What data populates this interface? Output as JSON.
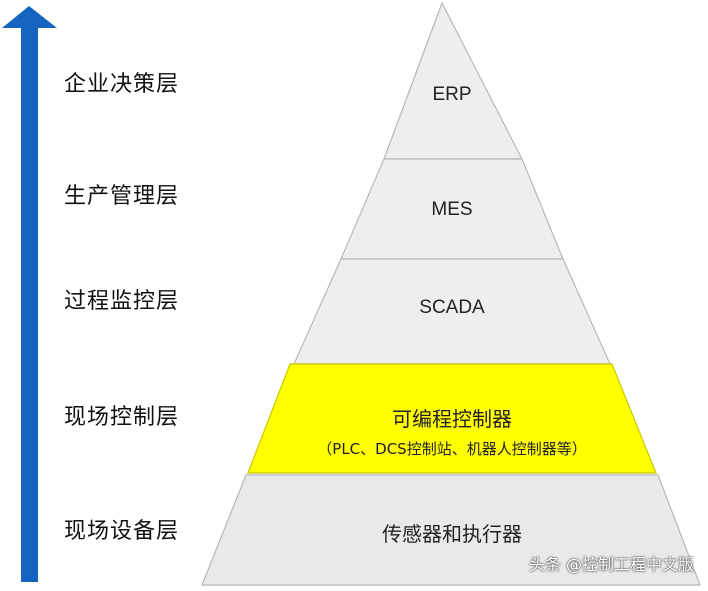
{
  "colors": {
    "arrow": "#1565c0",
    "tier_fill": "#eeeeee",
    "tier_fill_bottom": "#e9e9e9",
    "tier_stroke": "#b8b8b8",
    "highlight": "#ffff00"
  },
  "layers": [
    {
      "label": "企业决策层"
    },
    {
      "label": "生产管理层"
    },
    {
      "label": "过程监控层"
    },
    {
      "label": "现场控制层"
    },
    {
      "label": "现场设备层"
    }
  ],
  "tiers": [
    {
      "title": "ERP",
      "subtitle": "",
      "highlight": false
    },
    {
      "title": "MES",
      "subtitle": "",
      "highlight": false
    },
    {
      "title": "SCADA",
      "subtitle": "",
      "highlight": false
    },
    {
      "title": "可编程控制器",
      "subtitle": "（PLC、DCS控制站、机器人控制器等）",
      "highlight": true
    },
    {
      "title": "传感器和执行器",
      "subtitle": "",
      "highlight": false
    }
  ],
  "watermark": "头条 @控制工程中文版",
  "arrow_icon": "up-arrow-icon"
}
